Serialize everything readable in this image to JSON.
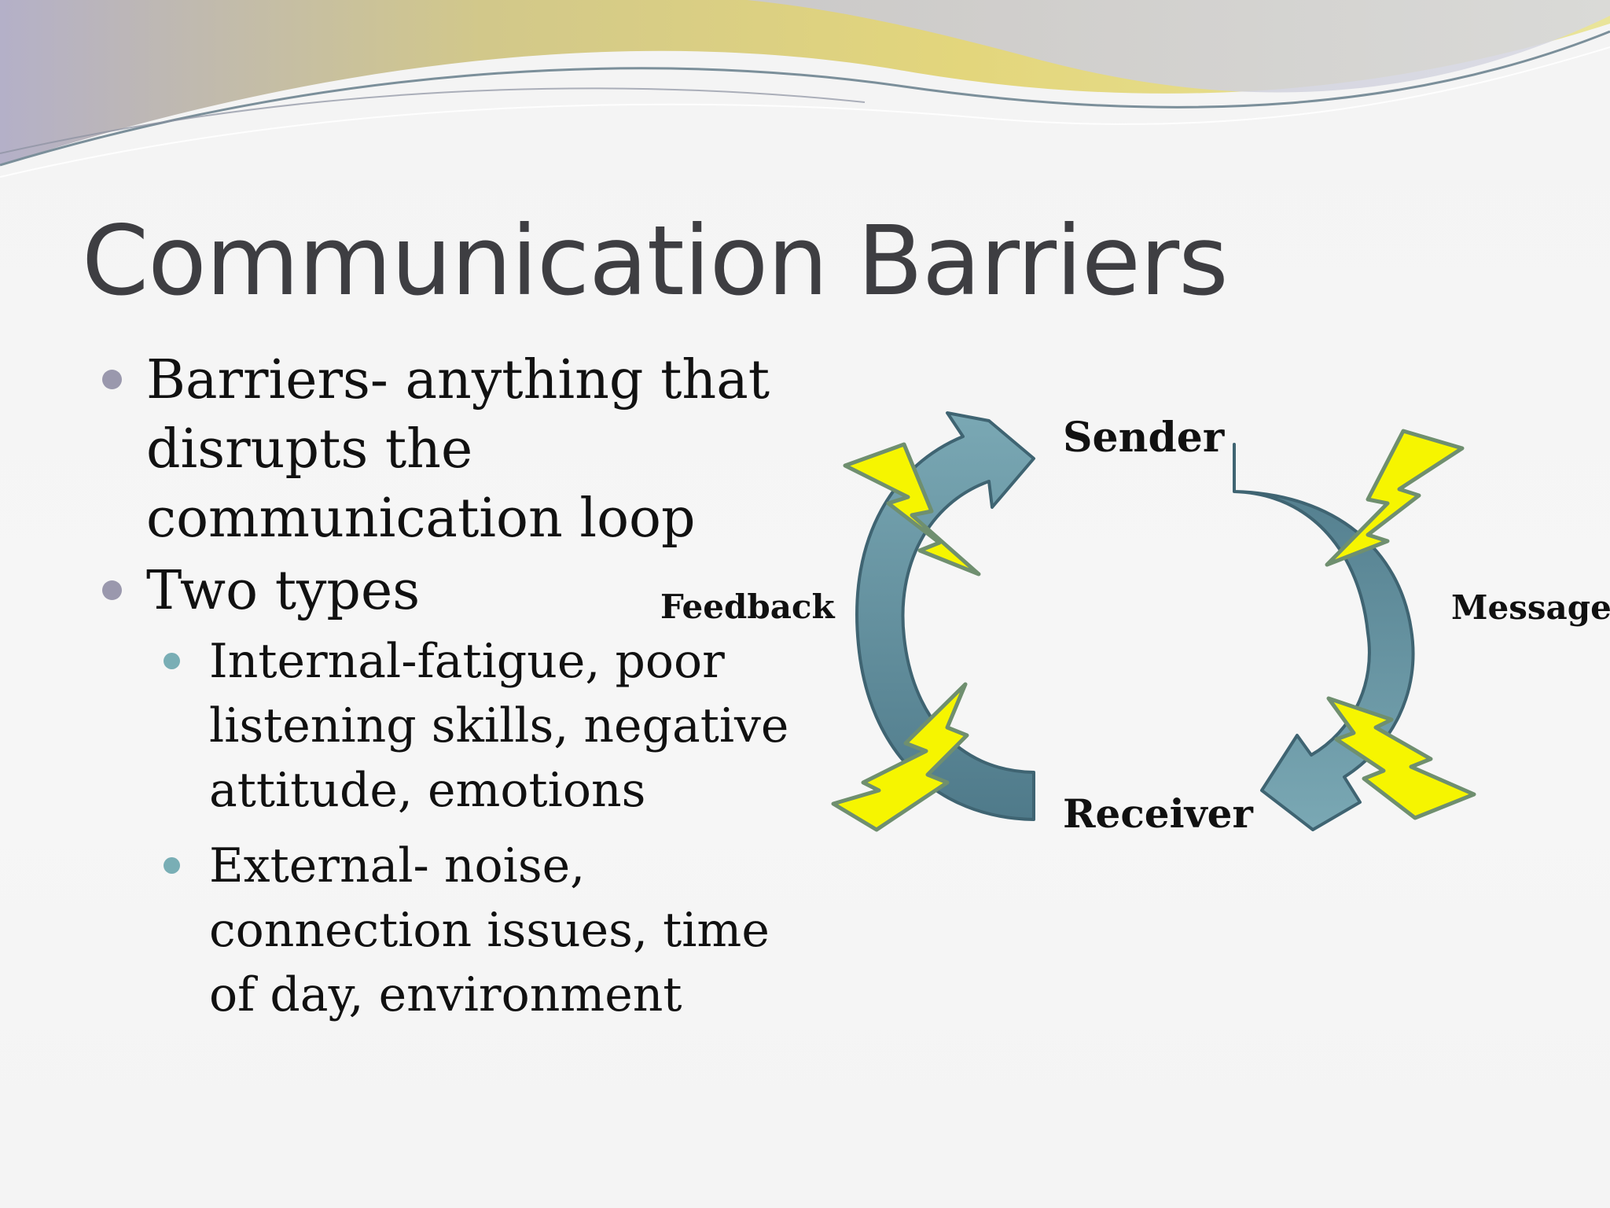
{
  "slide": {
    "title": "Communication Barriers",
    "bullets": [
      {
        "text": "Barriers- anything that disrupts the communication loop",
        "lines": [
          "Barriers- anything that",
          "disrupts the",
          "communication loop"
        ]
      },
      {
        "text": "Two types",
        "lines": [
          "Two types"
        ],
        "sub_bullets": [
          {
            "text": "Internal-fatigue, poor listening skills, negative attitude, emotions",
            "lines": [
              "Internal-fatigue, poor",
              "listening skills, negative",
              "attitude, emotions"
            ]
          },
          {
            "text": "External- noise, connection issues, time of day, environment",
            "lines": [
              "External- noise,",
              "connection issues, time",
              "of day, environment"
            ]
          }
        ]
      }
    ]
  },
  "diagram": {
    "labels": {
      "sender": "Sender",
      "message": "Message",
      "receiver": "Receiver",
      "feedback": "Feedback"
    },
    "barrier_icon": "lightning-bolt-icon",
    "colors": {
      "arrow_fill": "#6f9fac",
      "arrow_dark": "#4e7889",
      "arrow_stroke": "#3f6472",
      "bolt_fill": "#f6f500",
      "bolt_stroke": "#6f8f6f",
      "title": "#3e3e42",
      "bullet_level1": "#9a98ad",
      "bullet_level2": "#79aeb5"
    }
  }
}
